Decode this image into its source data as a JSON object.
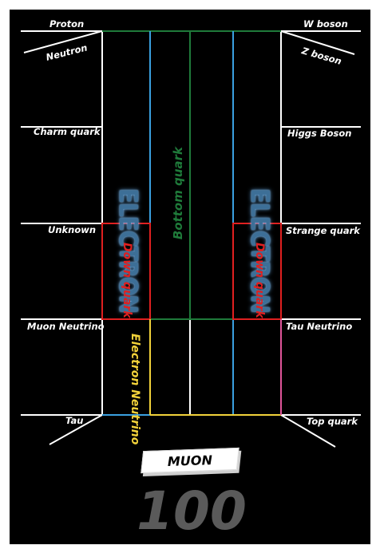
{
  "labels": {
    "proton": "Proton",
    "neutron": "Neutron",
    "w_boson": "W boson",
    "z_boson": "Z boson",
    "charm_quark": "Charm quark",
    "higgs_boson": "Higgs Boson",
    "unknown": "Unknown",
    "strange_quark": "Strange quark",
    "muon_neutrino": "Muon Neutrino",
    "tau_neutrino": "Tau Neutrino",
    "tau": "Tau",
    "top_quark": "Top quark"
  },
  "tiles": {
    "bottom_quark": "Bottom quark",
    "down_quark": "Down quark",
    "electron": "ELECTRON",
    "electron_neutrino": "Electron Neutrino"
  },
  "current_card": "MUON",
  "score": "100",
  "colors": {
    "board_bg": "#000000",
    "grid": "#ffffff",
    "bottom_quark": "#1f7a3a",
    "cyan_lane": "#3aa0e0",
    "down_quark": "#e02020",
    "electron_neutrino": "#f2d23a",
    "pink_edge": "#e0559a"
  }
}
